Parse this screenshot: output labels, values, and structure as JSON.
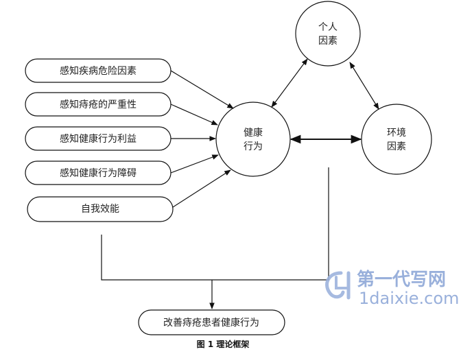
{
  "nodes": {
    "factor1": "感知疾病危险因素",
    "factor2": "感知痔疮的严重性",
    "factor3": "感知健康行为利益",
    "factor4": "感知健康行为障碍",
    "factor5": "自我效能",
    "personal": [
      "个人",
      "因素"
    ],
    "environment": [
      "环境",
      "因素"
    ],
    "behavior": [
      "健康",
      "行为"
    ],
    "outcome": "改善痔疮患者健康行为"
  },
  "caption": "图 1   理论框架",
  "watermark": {
    "cn": "第一代写网",
    "en": "1daixie.com"
  }
}
